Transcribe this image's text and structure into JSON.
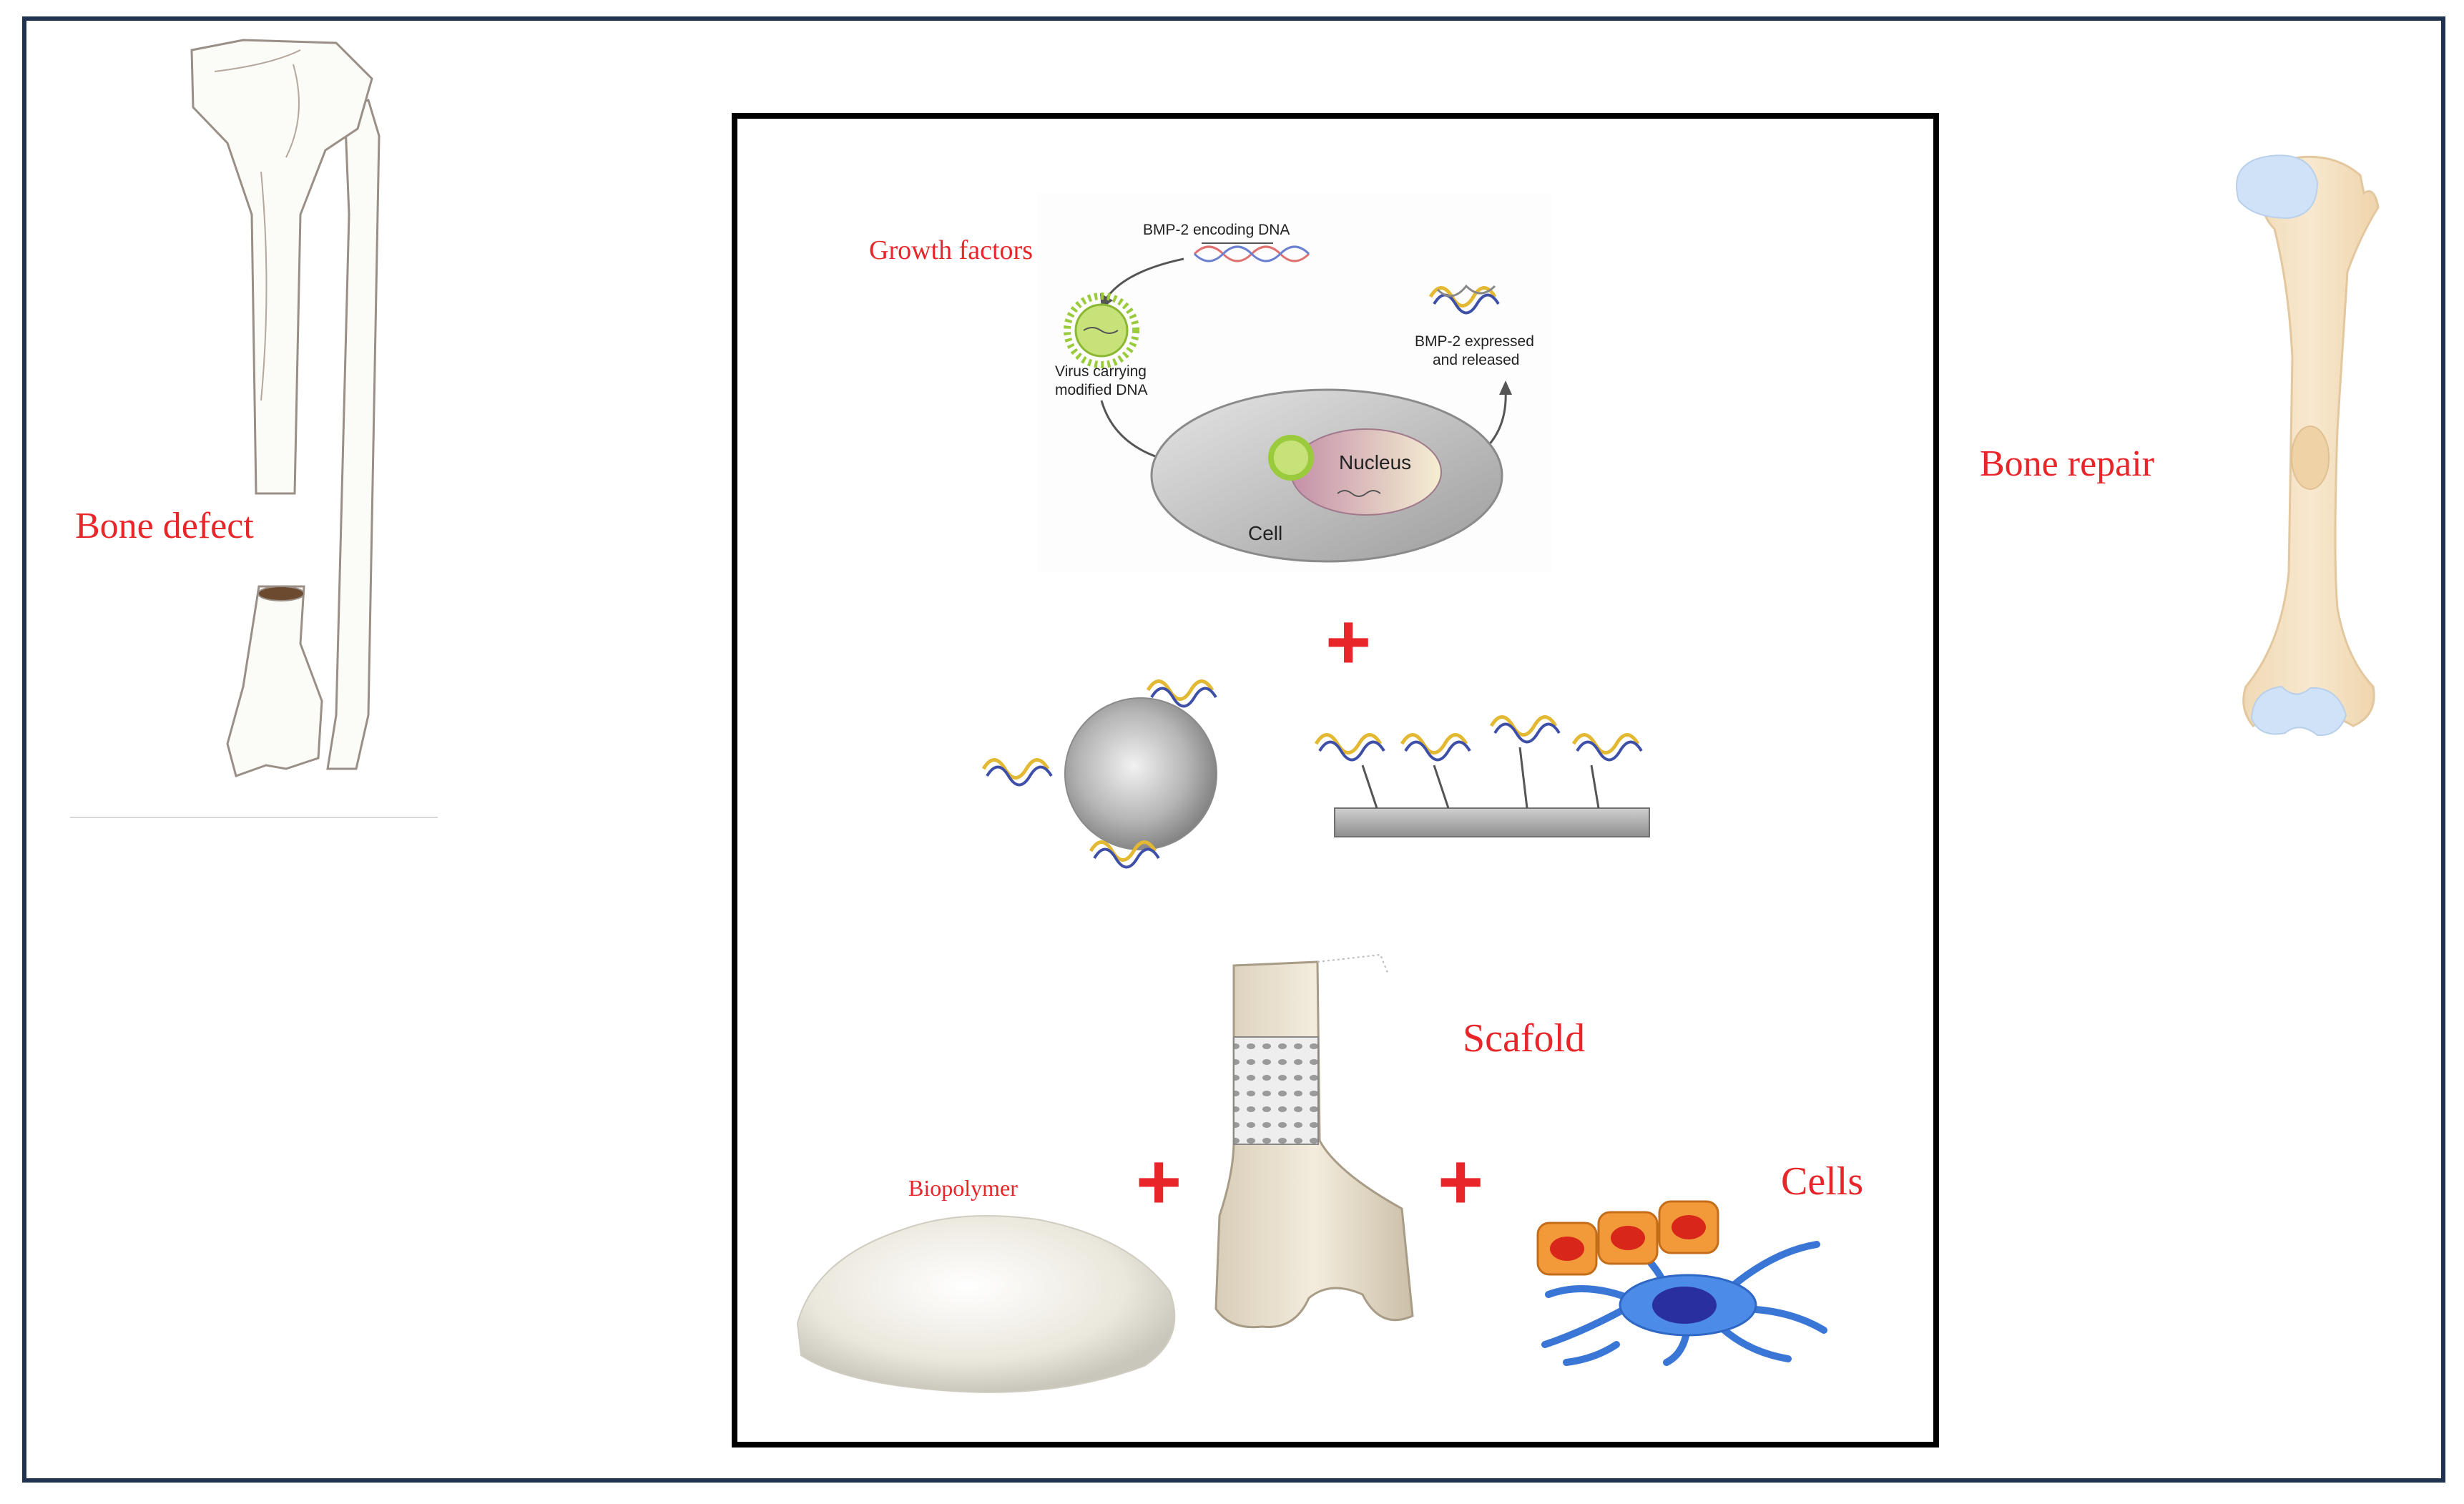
{
  "labels": {
    "bone_defect": "Bone defect",
    "bone_repair": "Bone repair",
    "growth_factors": "Growth factors",
    "scafold": "Scafold",
    "cells": "Cells",
    "biopolymer": "Biopolymer"
  },
  "gene_panel": {
    "dna": "BMP-2 encoding DNA",
    "virus_line1": "Virus carrying",
    "virus_line2": "modified DNA",
    "nucleus": "Nucleus",
    "cell": "Cell",
    "expressed_line1": "BMP-2 expressed",
    "expressed_line2": "and released"
  },
  "operators": {
    "plus": "+"
  },
  "colors": {
    "label_red": "#e8262a",
    "frame_navy": "#1f3350",
    "panel_border": "#000000",
    "bone_beige": "#f3dfc1",
    "cartilage_blue": "#cfe2f7",
    "cell_blue": "#4c8be8",
    "osteoblast_orange": "#f29a3a"
  }
}
